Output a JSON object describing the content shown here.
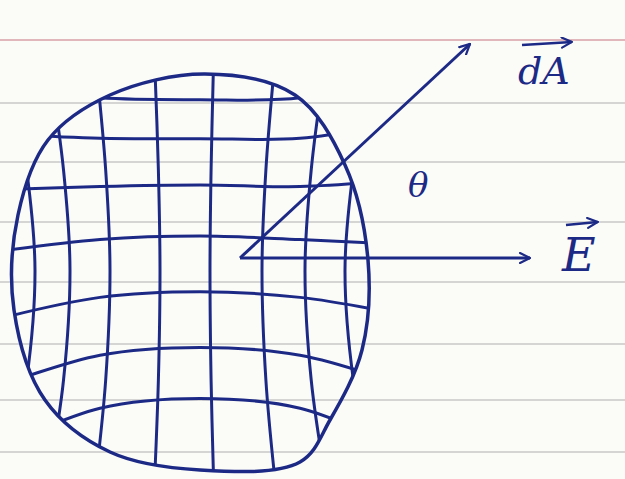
{
  "diagram": {
    "labels": [
      "dA",
      "θ",
      "E"
    ]
  }
}
